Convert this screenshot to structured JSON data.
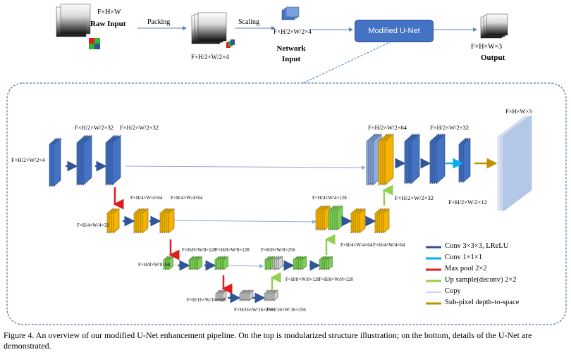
{
  "top": {
    "raw_shape": "F×H×W",
    "raw_label": "Raw Input",
    "packing_label": "Packing",
    "packed_shape": "F×H/2×W/2×4",
    "scaling_label": "Scaling",
    "net_shape": "F×H/2×W/2×4",
    "net_label_line1": "Network",
    "net_label_line2": "Input",
    "model_label": "Modified U-Net",
    "out_shape": "F×H×W×3",
    "out_label": "Output"
  },
  "unet": {
    "in_shape": "F×H/2×W/2×4",
    "l1a_shape": "F×H/2×W/2×32",
    "l1b_shape": "F×H/2×W/2×32",
    "l2a_shape": "F×H/4×W/4×64",
    "l2b_shape": "F×H/4×W/4×64",
    "l2in_shape": "F×H/4×W/4×32",
    "l3in_shape": "F×H/8×W/8×64",
    "l3a_shape": "F×H/8×W/8×128",
    "l3b_shape": "F×H/8×W/8×128",
    "l4in_shape": "F×H/16×W/16×128",
    "l4a_shape": "F×H/16×W/16×256",
    "l4b_shape": "F×H/16×W/16×256",
    "u3in_shape": "F×H/8×W/8×256",
    "u3a_shape": "F×H/8×W/8×128",
    "u3b_shape": "F×H/8×W/8×128",
    "u2in_shape": "F×H/4×W/4×128",
    "u2a_shape": "F×H/4×W/4×64",
    "u2b_shape": "F×H/4×W/4×64",
    "u1in_shape": "F×H/2×W/2×64",
    "u1a_shape": "F×H/2×W/2×32",
    "u1b_shape": "F×H/2×W/2×32",
    "sub_shape": "F×H/2×W/2×12",
    "out_shape": "F×H×W×3"
  },
  "legend": {
    "items": [
      {
        "label": "Conv 3×3×3, LReLU",
        "color": "#2f5597"
      },
      {
        "label": "Conv 1×1×1",
        "color": "#00b0f0"
      },
      {
        "label": "Max pool 2×2",
        "color": "#e01c1c"
      },
      {
        "label": "Up sample(deconv) 2×2",
        "color": "#92d050"
      },
      {
        "label": "Copy",
        "color": "#8faadc"
      },
      {
        "label": "Sub-pixel depth-to-space",
        "color": "#bf9000"
      }
    ]
  },
  "caption": "Figure 4. An overview of our modified U-Net enhancement pipeline. On the top is modularized structure illustration; on the bottom, details of the U-Net are demonstrated."
}
